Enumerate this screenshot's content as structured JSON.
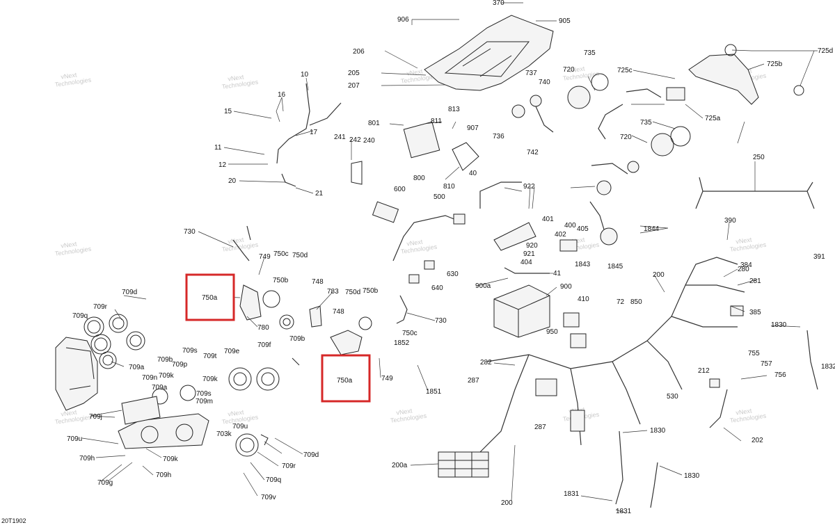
{
  "diagram_code": "20T1902",
  "watermark": {
    "line1": "vNext",
    "line2": "Technologies"
  },
  "highlight_color": "#d62828",
  "highlights": [
    {
      "label": "750a"
    },
    {
      "label": "750a"
    }
  ],
  "part_labels": [
    "370",
    "906",
    "905",
    "206",
    "205",
    "207",
    "10",
    "16",
    "15",
    "17",
    "11",
    "12",
    "20",
    "21",
    "813",
    "801",
    "811",
    "907",
    "241",
    "242",
    "240",
    "800",
    "810",
    "600",
    "500",
    "40",
    "735",
    "720",
    "725d",
    "725b",
    "725c",
    "725a",
    "737",
    "740",
    "736",
    "742",
    "720",
    "735",
    "250",
    "922",
    "401",
    "402",
    "400",
    "405",
    "1844",
    "920",
    "921",
    "404",
    "1843",
    "1845",
    "390",
    "391",
    "384",
    "280",
    "281",
    "41",
    "630",
    "640",
    "900a",
    "900",
    "730",
    "749",
    "750c",
    "750d",
    "750b",
    "748",
    "780",
    "783",
    "750d",
    "750b",
    "748",
    "730",
    "750c",
    "1852",
    "749",
    "1851",
    "709d",
    "709r",
    "709q",
    "709a",
    "709b",
    "709s",
    "709t",
    "709e",
    "709f",
    "709b",
    "709p",
    "709n",
    "709a",
    "709k",
    "709s",
    "709k",
    "709m",
    "709j",
    "703k",
    "709u",
    "709u",
    "709h",
    "709k",
    "709d",
    "709g",
    "709h",
    "709r",
    "709q",
    "709v",
    "200",
    "385",
    "1830",
    "1832",
    "72",
    "850",
    "410",
    "950",
    "282",
    "287",
    "287",
    "755",
    "757",
    "756",
    "212",
    "530",
    "202",
    "1830",
    "1830",
    "1831",
    "1831",
    "200a",
    "200"
  ]
}
